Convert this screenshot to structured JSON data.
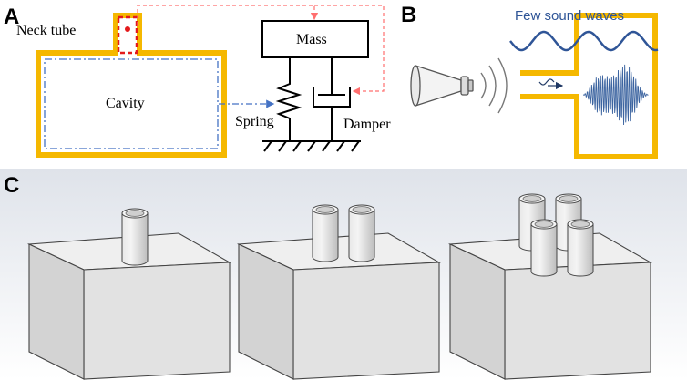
{
  "panels": {
    "a": {
      "letter": "A",
      "neck_tube_label": "Neck tube",
      "cavity_label": "Cavity",
      "mass_label": "Mass",
      "spring_label": "Spring",
      "damper_label": "Damper"
    },
    "b": {
      "letter": "B",
      "caption": "Few sound waves"
    },
    "c": {
      "letter": "C"
    }
  },
  "colors": {
    "resonator_outline": "#f5b800",
    "neck_highlight": "#e31a1c",
    "cavity_dashdot": "#4472c4",
    "wave_blue": "#2f5597",
    "signal_blue": "#3c64a0",
    "link_dashed": "#ff6f6f",
    "box_background_top": "#dfe3ea",
    "box_background_bottom": "#ffffff"
  },
  "icons": {
    "sound_source": "loudspeaker-horn-icon",
    "sound_emission": "sound-arcs-icon",
    "incoming_wave": "sine-wave-arrow-icon"
  },
  "models": [
    {
      "tube_count": 1
    },
    {
      "tube_count": 2
    },
    {
      "tube_count": 4
    }
  ]
}
